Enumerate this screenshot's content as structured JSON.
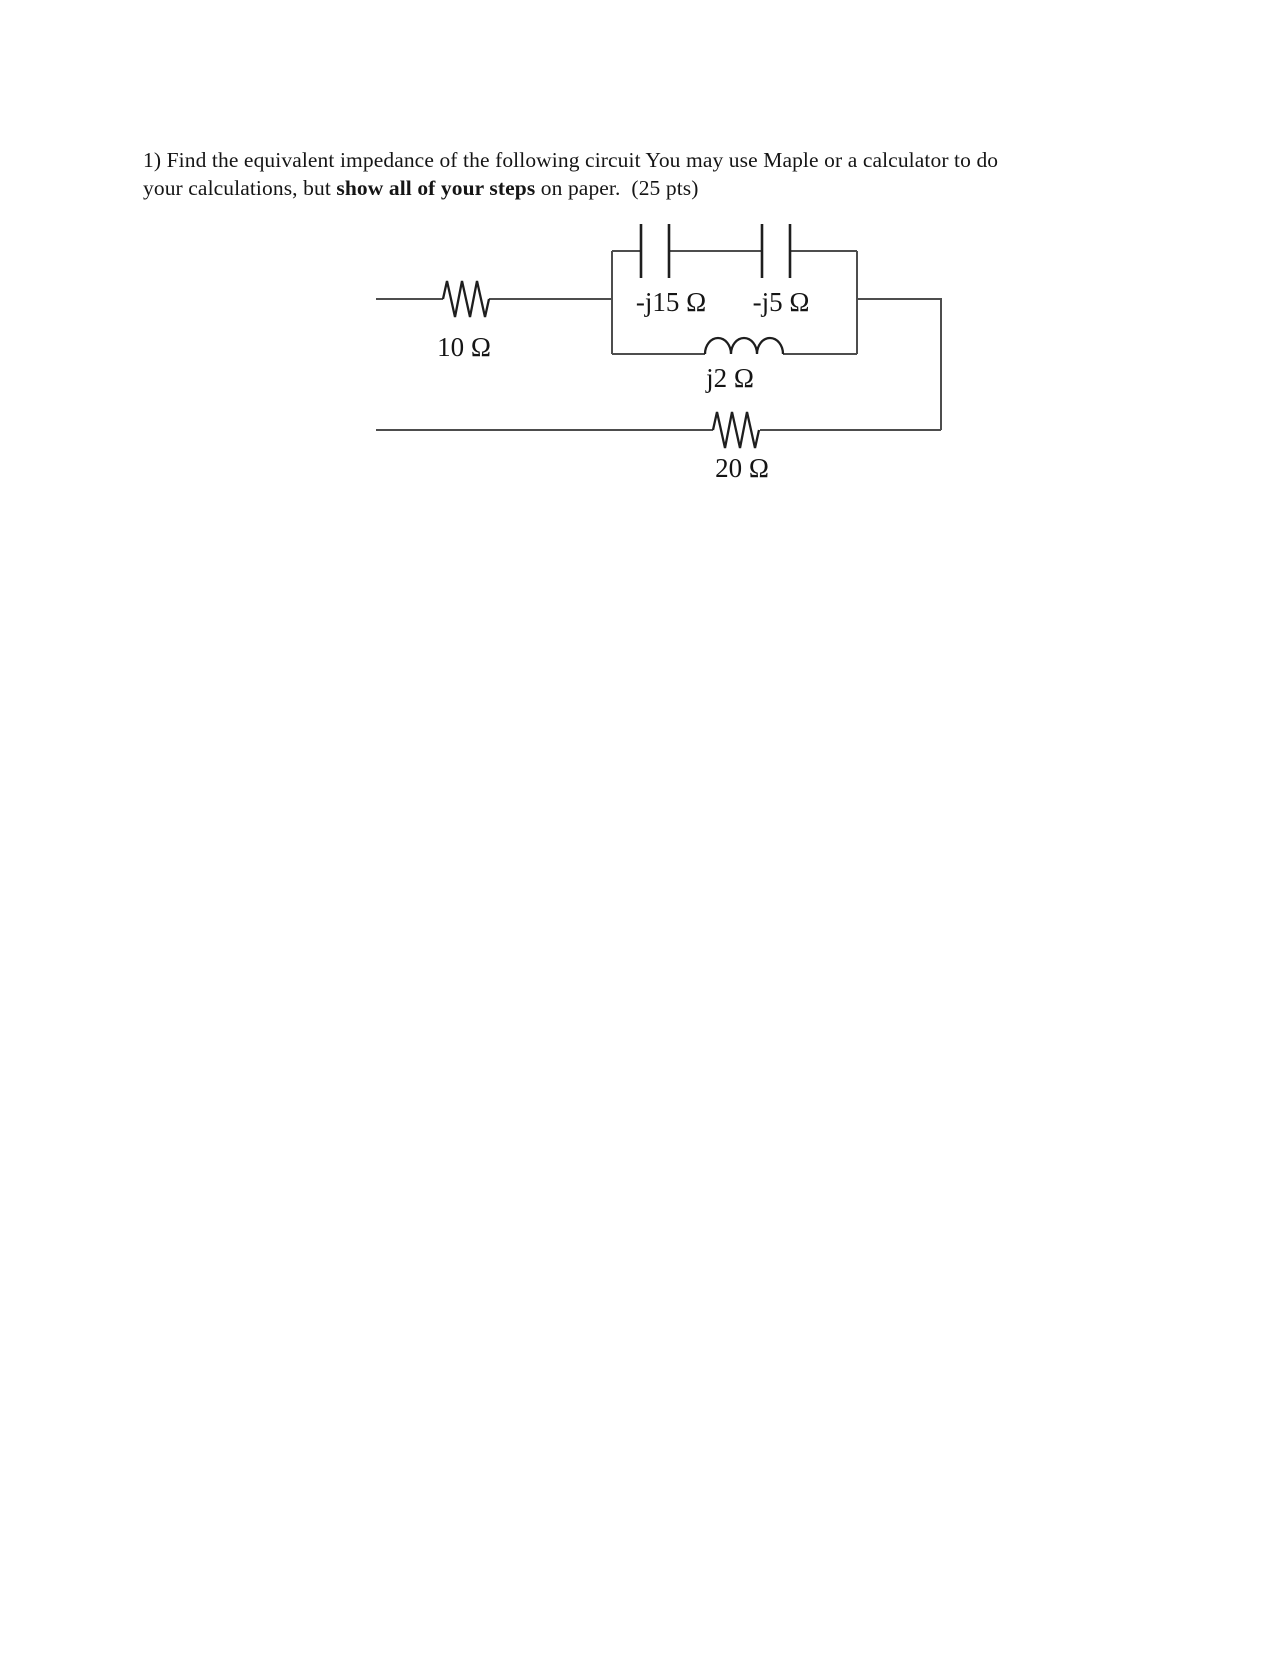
{
  "page": {
    "background_color": "#ffffff",
    "ink_color": "#4d4d4d",
    "text_color": "#151515"
  },
  "problem": {
    "line1": "1) Find the equivalent impedance of the following circuit You may use Maple or a calculator to do",
    "line2_prefix": "your calculations, but ",
    "line2_bold": "show all of your steps",
    "line2_suffix": " on paper.  (25 pts)"
  },
  "circuit": {
    "top_resistor_label": "10 Ω",
    "series_capacitor_left_label": "-j15 Ω",
    "series_capacitor_right_label": "-j5 Ω",
    "parallel_inductor_label": "j2 Ω",
    "bottom_resistor_label": "20 Ω"
  }
}
